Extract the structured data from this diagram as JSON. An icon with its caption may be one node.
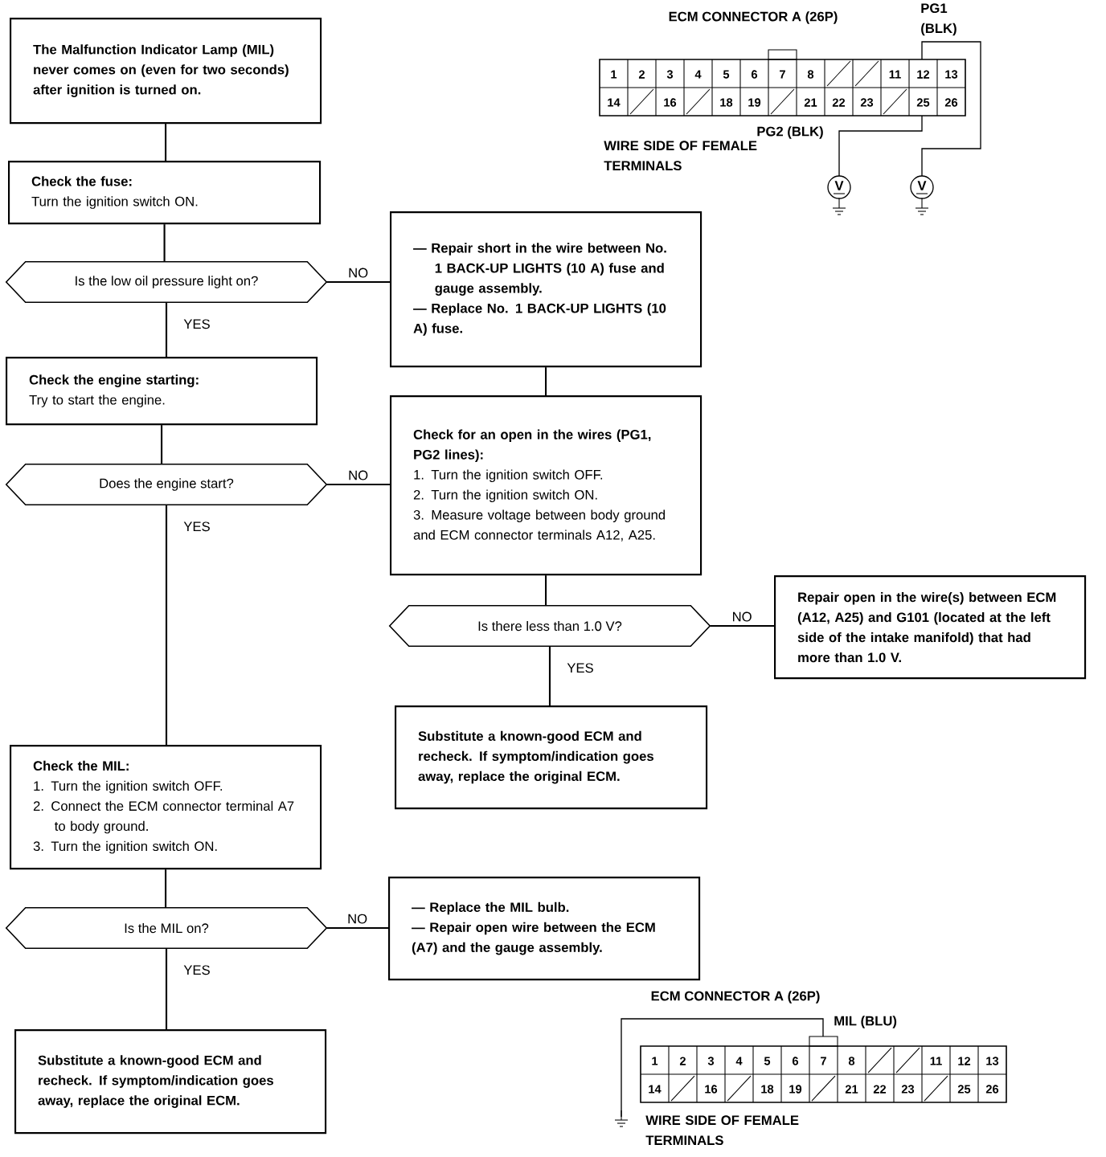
{
  "diagram": {
    "nodes": [
      {
        "text": [
          "The Malfunction Indicator Lamp (MIL) never comes on (even for two seconds) after ignition is turned on."
        ]
      },
      {
        "text": [
          "Check the fuse:",
          "Turn the ignition switch ON."
        ]
      },
      {
        "text": [
          "Is the low oil pressure light on?"
        ]
      },
      {
        "text": [
          "— Repair short in the wire between No. 1 BACK-UP LIGHTS (10 A) fuse and gauge assembly.",
          "— Replace No. 1 BACK-UP LIGHTS (10 A) fuse."
        ]
      },
      {
        "text": [
          "Check the engine starting:",
          "Try to start the engine."
        ]
      },
      {
        "text": [
          "Does the engine start?"
        ]
      },
      {
        "text": [
          "Check for an open in the wires (PG1, PG2 lines):",
          "1. Turn the ignition switch OFF.",
          "2. Turn the ignition switch ON.",
          "3. Measure voltage between body ground and ECM connector terminals A12, A25."
        ]
      },
      {
        "text": [
          "Is there less than 1.0 V?"
        ]
      },
      {
        "text": [
          "Repair open in the wire(s) between ECM (A12, A25) and G101 (located at the left side of the intake manifold) that had more than 1.0 V."
        ]
      },
      {
        "text": [
          "Substitute a known-good ECM and recheck. If symptom/indication goes away, replace the original ECM."
        ]
      },
      {
        "text": [
          "Check the MIL:",
          "1. Turn the ignition switch OFF.",
          "2. Connect the ECM connector terminal A7 to body ground.",
          "3. Turn the ignition switch ON."
        ]
      },
      {
        "text": [
          "Is the MIL on?"
        ]
      },
      {
        "text": [
          "— Replace the MIL bulb.",
          "— Repair open wire between the ECM (A7) and the gauge assembly."
        ]
      },
      {
        "text": [
          "Substitute a known-good ECM and recheck. If symptom/indication goes away, replace the original ECM."
        ]
      }
    ],
    "edges": [
      {
        "from": 0,
        "to": 1,
        "arrow": "none"
      },
      {
        "from": 1,
        "to": 2,
        "arrow": "none"
      },
      {
        "from": 2,
        "to": 3,
        "arrow": "none",
        "label": "NO"
      },
      {
        "from": 2,
        "to": 4,
        "arrow": "none",
        "label": "YES"
      },
      {
        "from": 3,
        "to": 6,
        "arrow": "none"
      },
      {
        "from": 4,
        "to": 5,
        "arrow": "none"
      },
      {
        "from": 5,
        "to": 6,
        "arrow": "none",
        "label": "NO"
      },
      {
        "from": 5,
        "to": 10,
        "arrow": "none",
        "label": "YES"
      },
      {
        "from": 6,
        "to": 7,
        "arrow": "none"
      },
      {
        "from": 7,
        "to": 8,
        "arrow": "none",
        "label": "NO"
      },
      {
        "from": 7,
        "to": 9,
        "arrow": "none",
        "label": "YES"
      },
      {
        "from": 10,
        "to": 11,
        "arrow": "none"
      },
      {
        "from": 11,
        "to": 12,
        "arrow": "none",
        "label": "NO"
      },
      {
        "from": 11,
        "to": 13,
        "arrow": "none",
        "label": "YES"
      }
    ],
    "labels": [
      "ECM CONNECTOR A (26P)",
      "PG1 (BLK)",
      "1",
      "2",
      "3",
      "4",
      "5",
      "6",
      "7",
      "8",
      "11",
      "12",
      "13",
      "14",
      "16",
      "18",
      "19",
      "21",
      "22",
      "23",
      "25",
      "26",
      "PG2 (BLK)",
      "WIRE SIDE OF FEMALE TERMINALS",
      "V",
      "V",
      "ECM CONNECTOR A (26P)",
      "MIL (BLU)",
      "1",
      "2",
      "3",
      "4",
      "5",
      "6",
      "7",
      "8",
      "11",
      "12",
      "13",
      "14",
      "16",
      "18",
      "19",
      "21",
      "22",
      "23",
      "25",
      "26",
      "WIRE SIDE OF FEMALE TERMINALS"
    ]
  }
}
